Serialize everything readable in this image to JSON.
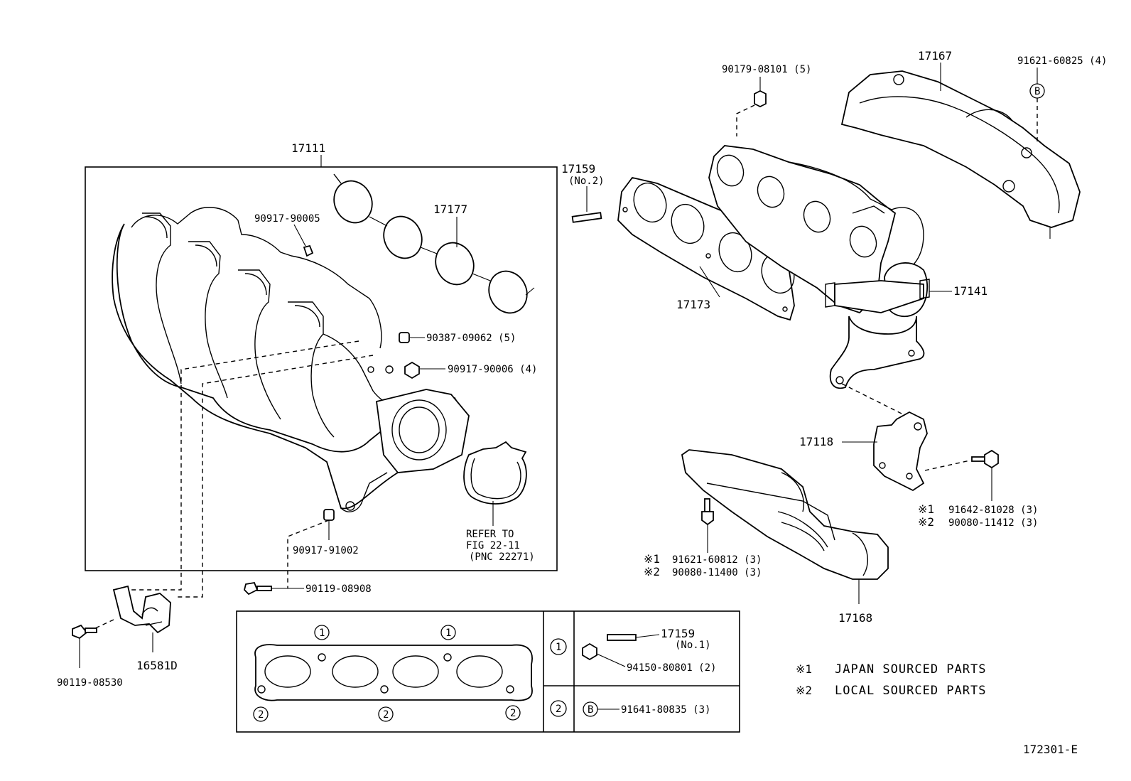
{
  "diagram": {
    "drawing_number": "172301-E",
    "refer_note": {
      "line1": "REFER TO",
      "line2": "FIG 22-11",
      "line3": "(PNC 22271)"
    },
    "callouts": {
      "p17111": "17111",
      "p17177": "17177",
      "p90917_90005": "90917-90005",
      "p90387_09062": "90387-09062 (5)",
      "p90917_90006": "90917-90006 (4)",
      "p90917_91002": "90917-91002",
      "p90119_08908": "90119-08908",
      "p16581D": "16581D",
      "p90119_08530": "90119-08530",
      "p17159_no2": "17159",
      "p17159_no2_sub": "(No.2)",
      "p90179_08101": "90179-08101 (5)",
      "p17167": "17167",
      "p91621_60825": "91621-60825 (4)",
      "p17173": "17173",
      "p17141": "17141",
      "p17118": "17118",
      "p91642_81028": "91642-81028 (3)",
      "p90080_11412": "90080-11412 (3)",
      "p91621_60812": "91621-60812 (3)",
      "p90080_11400": "90080-11400 (3)",
      "p17168": "17168"
    },
    "inset_table": {
      "row1": {
        "marker": "1",
        "part_a": "17159",
        "part_a_sub": "(No.1)",
        "part_b": "94150-80801 (2)"
      },
      "row2": {
        "marker": "2",
        "b_marker": "B",
        "part": "91641-80835 (3)"
      }
    },
    "gasket_markers": {
      "one": "1",
      "two": "2",
      "b": "B"
    },
    "legend": {
      "m1_symbol": "※1",
      "m1_text": "JAPAN SOURCED PARTS",
      "m2_symbol": "※2",
      "m2_text": "LOCAL SOURCED PARTS"
    }
  }
}
